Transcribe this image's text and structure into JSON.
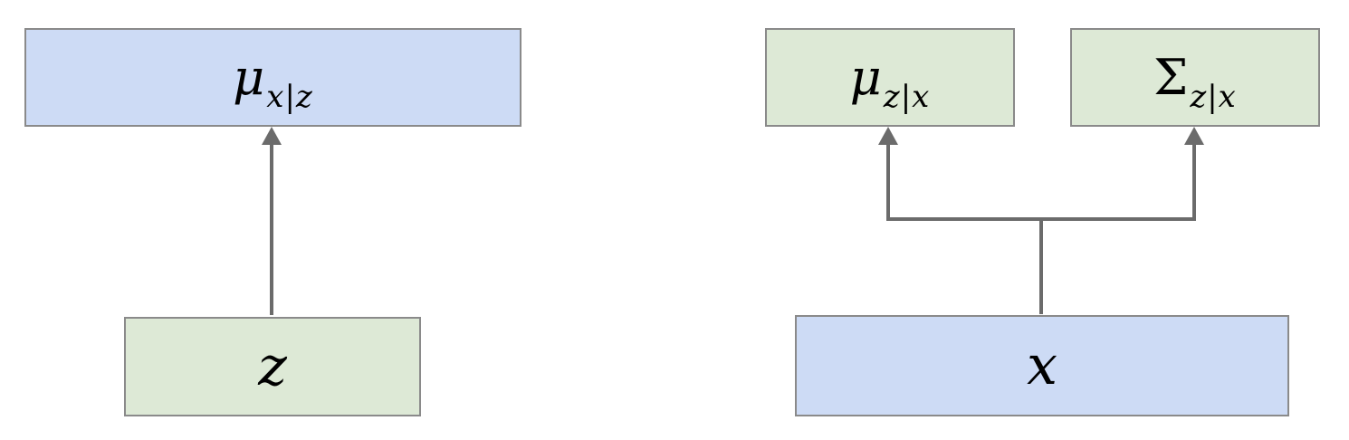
{
  "colors": {
    "blue_box": "#cddbf5",
    "green_box": "#dde9d6",
    "border": "#8a8a8a",
    "arrow": "#6b6b6b"
  },
  "decoder": {
    "output": {
      "symbol": "μ",
      "subscript": "x|z"
    },
    "input": {
      "symbol": "z"
    }
  },
  "encoder": {
    "output_mean": {
      "symbol": "μ",
      "subscript": "z|x"
    },
    "output_cov": {
      "symbol": "Σ",
      "subscript": "z|x"
    },
    "input": {
      "symbol": "x"
    }
  }
}
